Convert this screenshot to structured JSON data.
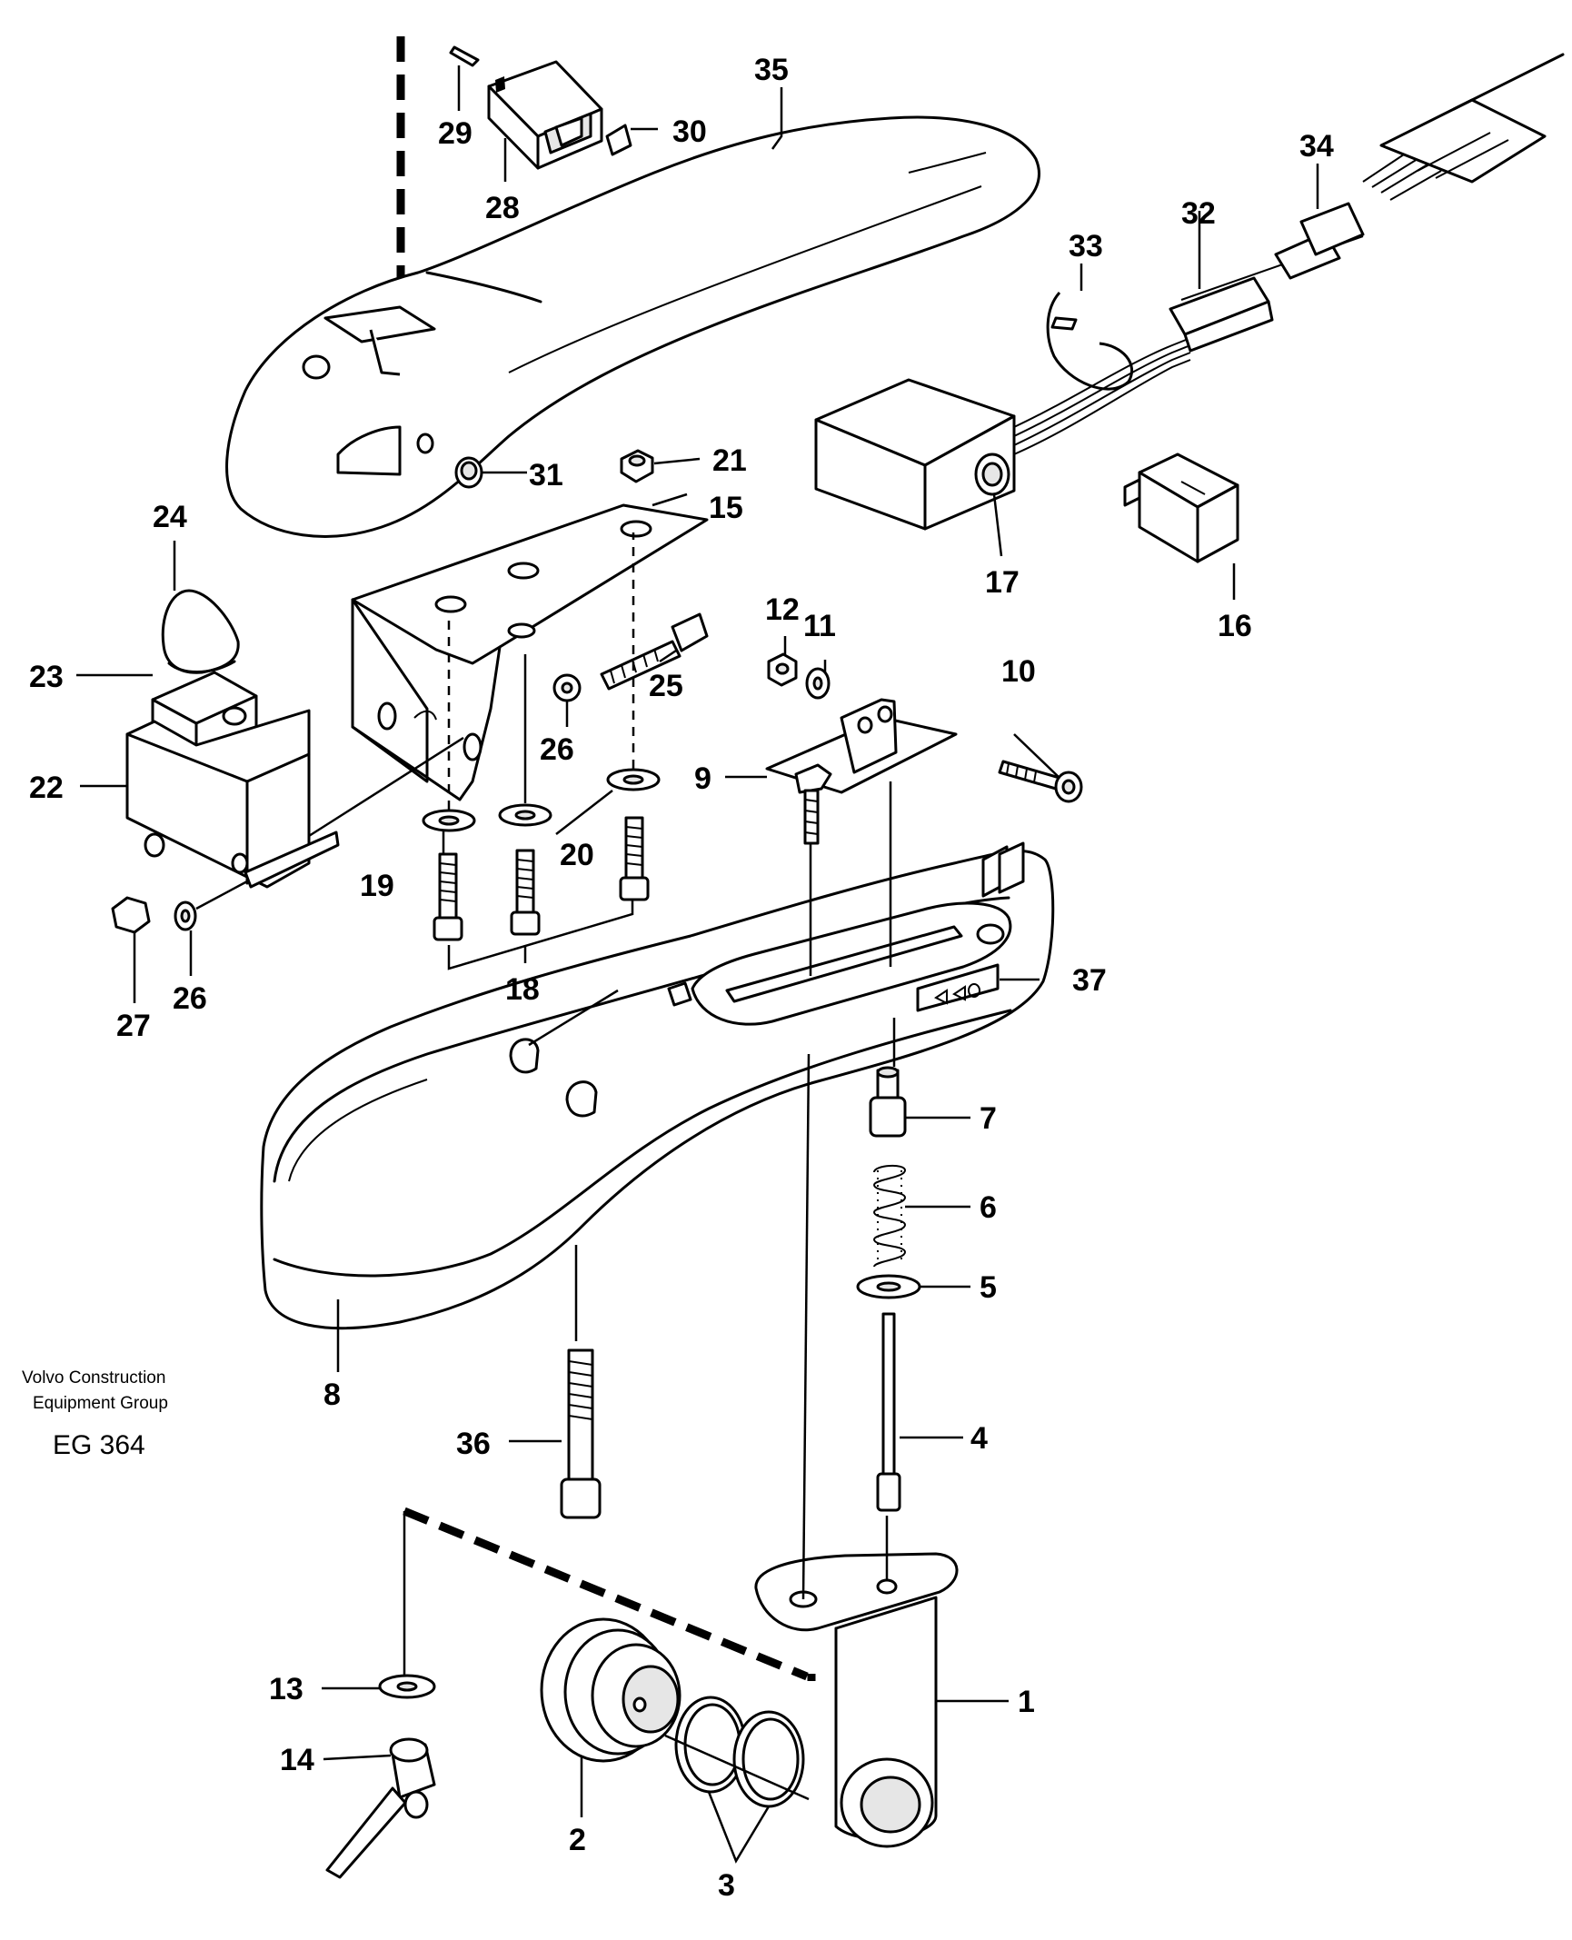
{
  "credits": {
    "line1": "Volvo Construction",
    "line2": "Equipment Group",
    "code": "EG 364"
  },
  "callouts": [
    {
      "id": "c1",
      "label": "1"
    },
    {
      "id": "c2",
      "label": "2"
    },
    {
      "id": "c3",
      "label": "3"
    },
    {
      "id": "c4",
      "label": "4"
    },
    {
      "id": "c5",
      "label": "5"
    },
    {
      "id": "c6",
      "label": "6"
    },
    {
      "id": "c7",
      "label": "7"
    },
    {
      "id": "c8",
      "label": "8"
    },
    {
      "id": "c9",
      "label": "9"
    },
    {
      "id": "c10",
      "label": "10"
    },
    {
      "id": "c11",
      "label": "11"
    },
    {
      "id": "c12",
      "label": "12"
    },
    {
      "id": "c13",
      "label": "13"
    },
    {
      "id": "c14",
      "label": "14"
    },
    {
      "id": "c15",
      "label": "15"
    },
    {
      "id": "c16",
      "label": "16"
    },
    {
      "id": "c17",
      "label": "17"
    },
    {
      "id": "c18",
      "label": "18"
    },
    {
      "id": "c19",
      "label": "19"
    },
    {
      "id": "c20",
      "label": "20"
    },
    {
      "id": "c21",
      "label": "21"
    },
    {
      "id": "c22",
      "label": "22"
    },
    {
      "id": "c23",
      "label": "23"
    },
    {
      "id": "c24",
      "label": "24"
    },
    {
      "id": "c25",
      "label": "25"
    },
    {
      "id": "c26a",
      "label": "26"
    },
    {
      "id": "c26b",
      "label": "26"
    },
    {
      "id": "c27",
      "label": "27"
    },
    {
      "id": "c28",
      "label": "28"
    },
    {
      "id": "c29",
      "label": "29"
    },
    {
      "id": "c30",
      "label": "30"
    },
    {
      "id": "c31",
      "label": "31"
    },
    {
      "id": "c32",
      "label": "32"
    },
    {
      "id": "c33",
      "label": "33"
    },
    {
      "id": "c34",
      "label": "34"
    },
    {
      "id": "c35",
      "label": "35"
    },
    {
      "id": "c36",
      "label": "36"
    },
    {
      "id": "c37",
      "label": "37"
    }
  ]
}
